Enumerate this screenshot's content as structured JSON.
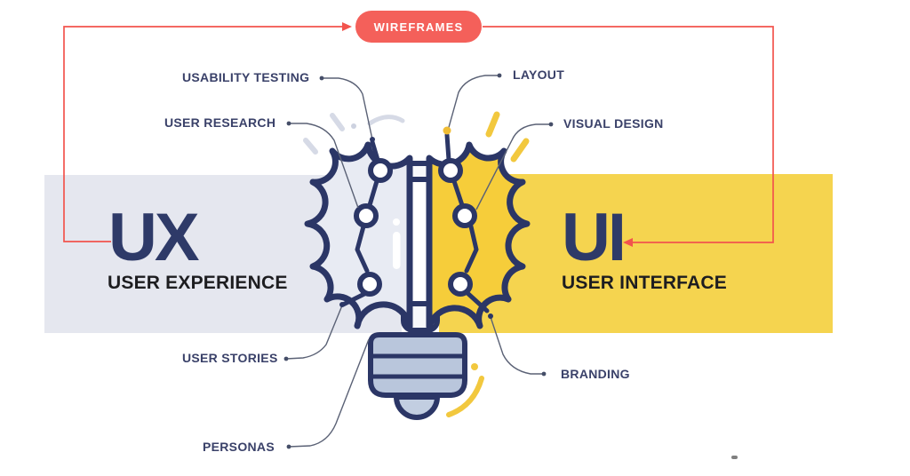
{
  "badge": {
    "label": "WIREFRAMES"
  },
  "ux_side": {
    "acronym": "UX",
    "full_name": "USER EXPERIENCE",
    "labels": [
      "USABILITY TESTING",
      "USER RESEARCH",
      "USER STORIES",
      "PERSONAS"
    ]
  },
  "ui_side": {
    "acronym": "UI",
    "full_name": "USER INTERFACE",
    "labels": [
      "LAYOUT",
      "VISUAL DESIGN",
      "BRANDING"
    ]
  },
  "illustration": {
    "description": "half gray half yellow brain on a lightbulb screw base",
    "left_half": "gray",
    "right_half": "yellow"
  },
  "colors": {
    "red": "#f2544d",
    "pill": "#f4605a",
    "yellow-band": "#f5d44f",
    "yellow-brain": "#f6cd3a",
    "gray-band": "#e5e7ef",
    "gray-brain": "#e8ebf3",
    "navy": "#2b3666",
    "label-navy": "#3a4169",
    "text-dark": "#1d1d20",
    "connector": "#5a6175",
    "bulb-base": "#b9c6dc",
    "spark-gray": "#d6dae6",
    "spark-yellow": "#f2c83e"
  }
}
